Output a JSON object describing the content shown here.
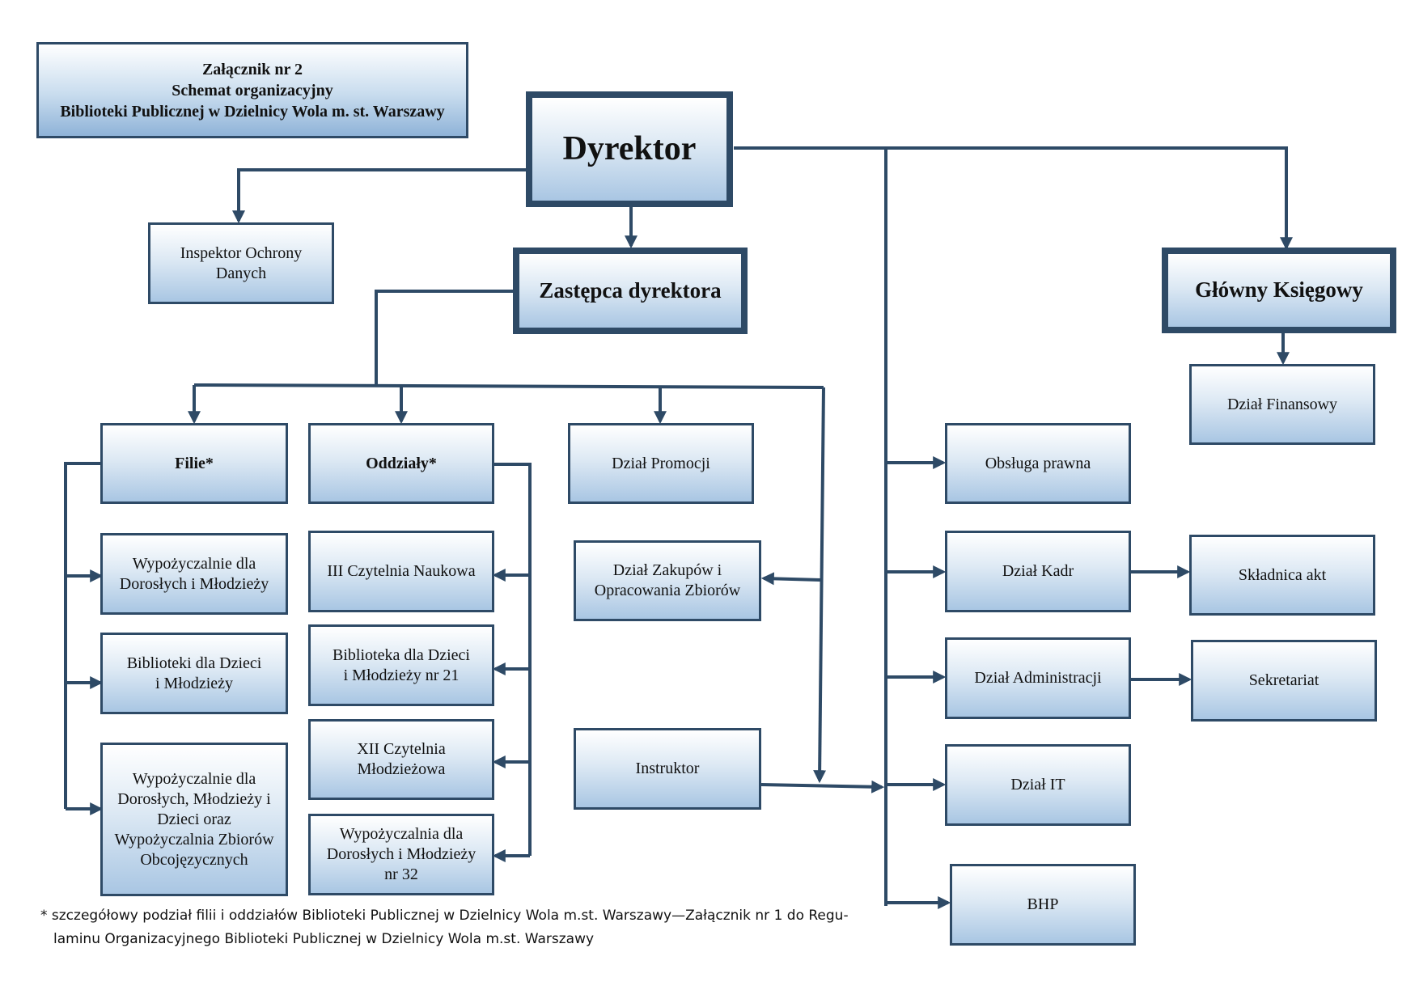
{
  "header": {
    "line1": "Załącznik nr 2",
    "line2": "Schemat organizacyjny",
    "line3": "Biblioteki Publicznej w Dzielnicy Wola m. st. Warszawy"
  },
  "boxes": {
    "dyrektor": "Dyrektor",
    "inspektor": "Inspektor Ochrony\nDanych",
    "zastepca": "Zastępca dyrektora",
    "glowny_ksiegowy": "Główny Księgowy",
    "dzial_finansowy": "Dział Finansowy",
    "filie": "Filie*",
    "oddzialy": "Oddziały*",
    "dzial_promocji": "Dział Promocji",
    "dzial_zakupow": "Dział Zakupów i\nOpracowania Zbiorów",
    "instruktor": "Instruktor",
    "wyp_doroslych": "Wypożyczalnie dla\nDorosłych i Młodzieży",
    "bib_dzieci": "Biblioteki dla Dzieci\ni Młodzieży",
    "wyp_obcojezyczne": "Wypożyczalnie dla\nDorosłych, Młodzieży i\nDzieci oraz\nWypożyczalnia Zbiorów\nObcojęzycznych",
    "czytelnia_iii": "III Czytelnia Naukowa",
    "bib_dzieci_21": "Biblioteka dla Dzieci\ni Młodzieży nr 21",
    "czytelnia_xii": "XII Czytelnia\nMłodzieżowa",
    "wyp_32": "Wypożyczalnia dla\nDorosłych i Młodzieży\nnr 32",
    "obsluga_prawna": "Obsługa prawna",
    "dzial_kadr": "Dział Kadr",
    "skladnica_akt": "Składnica akt",
    "dzial_administracji": "Dział Administracji",
    "sekretariat": "Sekretariat",
    "dzial_it": "Dział IT",
    "bhp": "BHP"
  },
  "footnote": {
    "line1": "* szczegółowy podział filii i oddziałów Biblioteki Publicznej w Dzielnicy Wola m.st. Warszawy—Załącznik nr 1 do Regu-",
    "line2": "laminu Organizacyjnego Biblioteki Publicznej w Dzielnicy Wola  m.st. Warszawy"
  },
  "colors": {
    "line": "#2e4a66",
    "box_border": "#2e4a66",
    "box_gradient_top": "#ffffff",
    "box_gradient_bottom": "#a9c6e3"
  }
}
